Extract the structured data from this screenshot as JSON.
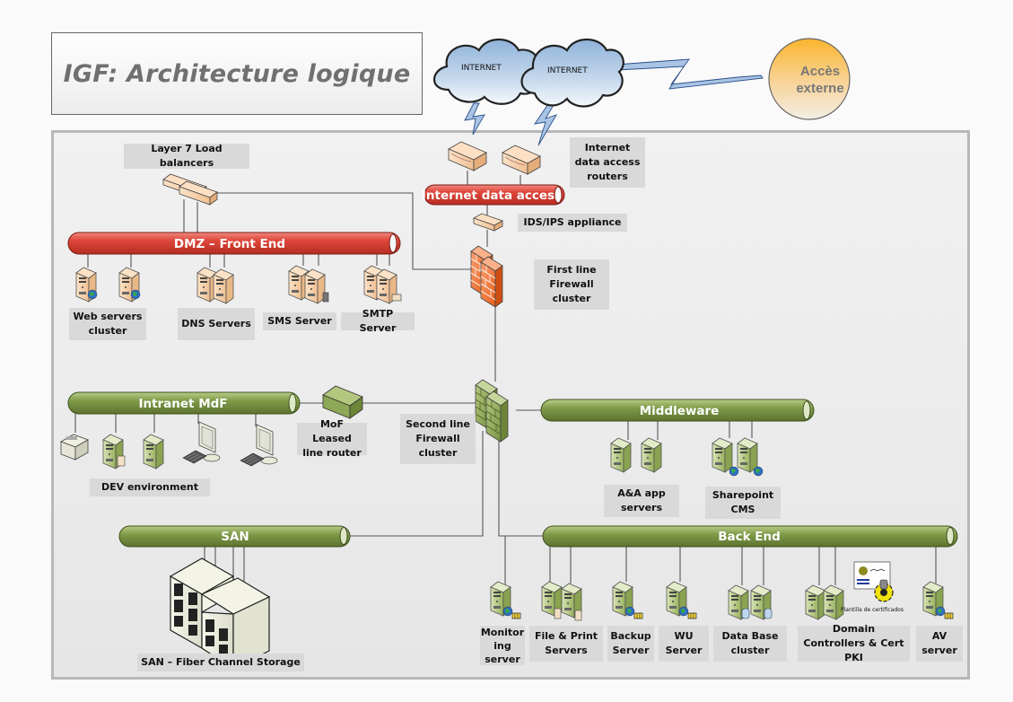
{
  "title": "IGF: Architecture logique",
  "external": {
    "clouds": [
      {
        "label": "INTERNET"
      },
      {
        "label": "INTERNET"
      }
    ],
    "external_access": "Accès externe",
    "external_access_lines": [
      "Accès",
      "externe"
    ]
  },
  "colors": {
    "red_bus": "#e0483c",
    "green_bus": "#7f9a48",
    "server_beige": "#f5c9a0",
    "server_green": "#a8bd6e",
    "firewall_orange": "#f07838",
    "firewall_green": "#8da856",
    "label_bg": "#d9d9d9",
    "acces_circle": "#fbb52e"
  },
  "buses": {
    "internet_data_access": "Internet data access",
    "dmz": "DMZ – Front End",
    "intranet": "Intranet MdF",
    "middleware": "Middleware",
    "san": "SAN",
    "backend": "Back End"
  },
  "labels": {
    "load_balancers": "Layer 7 Load balancers",
    "internet_routers": "Internet data access routers",
    "ids_ips": "IDS/IPS appliance",
    "first_firewall": "First line Firewall cluster",
    "web_servers": "Web servers cluster",
    "dns_servers": "DNS Servers",
    "sms_server": "SMS Server",
    "smtp_server": "SMTP Server",
    "dev_env": "DEV environment",
    "mof_router": "MoF Leased line router",
    "second_firewall": "Second line Firewall cluster",
    "aa_servers": "A&A app servers",
    "sharepoint": "Sharepoint CMS",
    "san_storage": "SAN – Fiber Channel Storage",
    "monitoring": "Monitor ing server",
    "file_print": "File & Print Servers",
    "backup": "Backup Server",
    "wu": "WU Server",
    "database": "Data Base cluster",
    "domain_controllers": "Domain Controllers & Cert PKI",
    "av": "AV server",
    "cert_template": "Plantilla de certificados"
  }
}
